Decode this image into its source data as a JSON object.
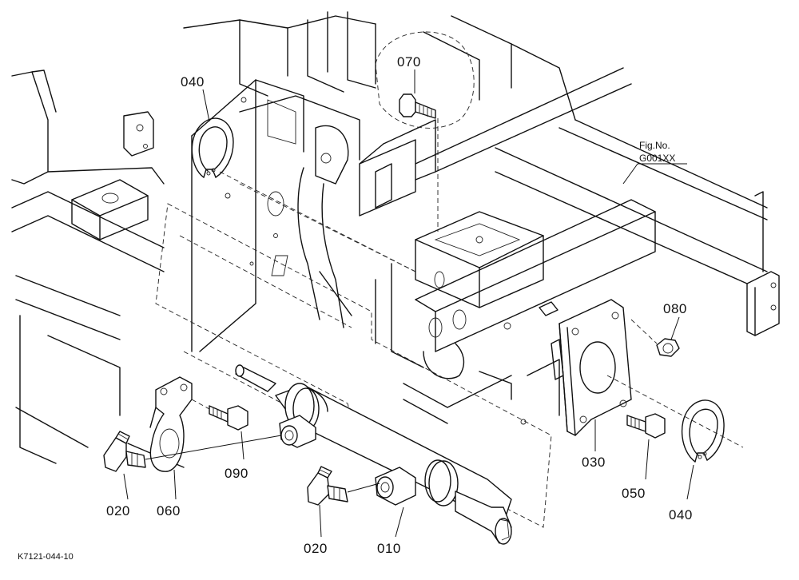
{
  "figure": {
    "fig_label": "Fig.No.",
    "fig_code": "G001XX",
    "drawing_code": "K7121-044-10"
  },
  "callouts": [
    {
      "id": "c010",
      "text": "010"
    },
    {
      "id": "c020a",
      "text": "020"
    },
    {
      "id": "c020b",
      "text": "020"
    },
    {
      "id": "c030",
      "text": "030"
    },
    {
      "id": "c040a",
      "text": "040"
    },
    {
      "id": "c040b",
      "text": "040"
    },
    {
      "id": "c050",
      "text": "050"
    },
    {
      "id": "c060",
      "text": "060"
    },
    {
      "id": "c070",
      "text": "070"
    },
    {
      "id": "c080",
      "text": "080"
    },
    {
      "id": "c090",
      "text": "090"
    }
  ]
}
